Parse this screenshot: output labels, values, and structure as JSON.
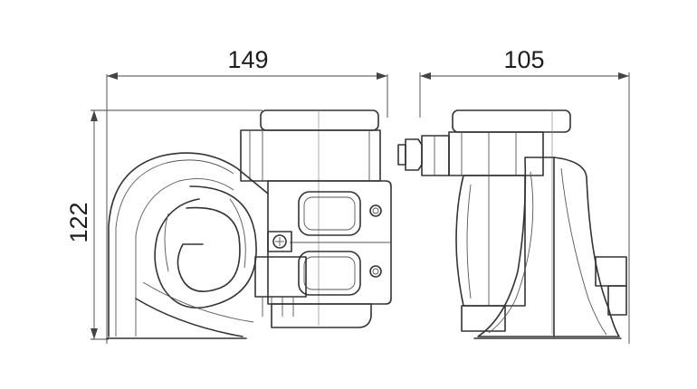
{
  "dimensions": {
    "width": "149",
    "depth": "105",
    "height": "122"
  },
  "icons": {
    "arrow": "dimension-arrow-icon"
  },
  "colors": {
    "line": "#333333",
    "background": "#ffffff"
  }
}
